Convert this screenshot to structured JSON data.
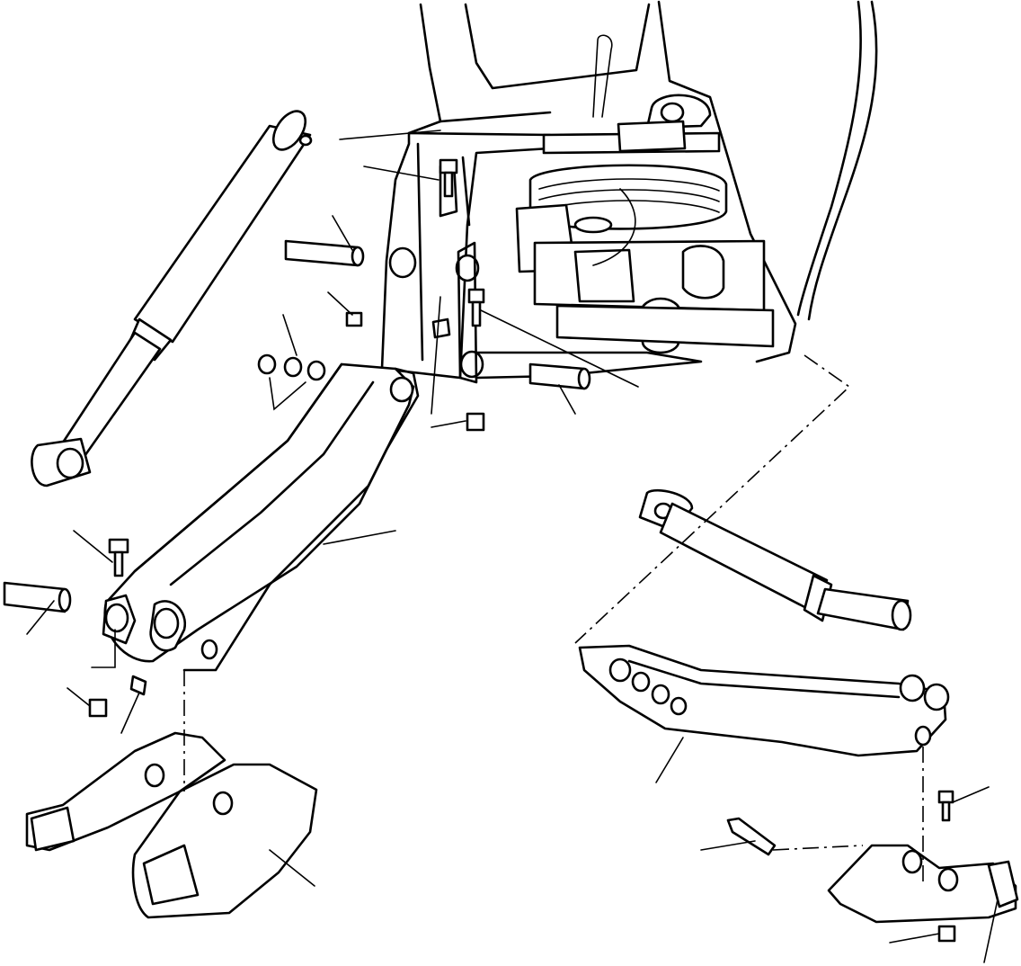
{
  "diagram": {
    "kind": "exploded-parts-illustration",
    "stroke_color": "#000000",
    "background_color": "#ffffff",
    "parts": [
      "frame-body",
      "pivot-bracket",
      "suspension-linkage",
      "cylinder-left",
      "cylinder-right",
      "lever-arm-left",
      "lever-arm-right",
      "shoe-left-a",
      "shoe-left-b",
      "shoe-right",
      "pin",
      "bolt",
      "nut",
      "bushing"
    ]
  }
}
